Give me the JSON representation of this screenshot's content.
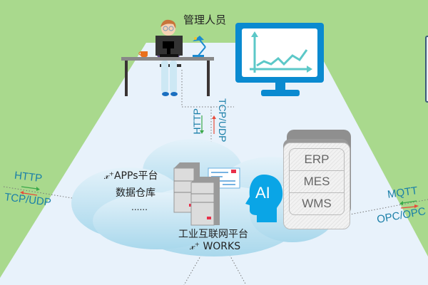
{
  "diagram": {
    "admin": {
      "label": "管理人员"
    },
    "top_link": {
      "protocol_up": "TCP/UDP",
      "protocol_down": "HTTP"
    },
    "left_link": {
      "protocol_top": "HTTP",
      "protocol_bottom": "TCP/UDP"
    },
    "right_link": {
      "protocol_top": "MQTT",
      "protocol_bottom": "OPC/OPC"
    },
    "cloud": {
      "apps_line1": "APPs平台",
      "apps_prefix": "𝓍⁺",
      "apps_line2": "数据仓库",
      "apps_line3": "......",
      "platform_line1": "工业互联网平台",
      "platform_prefix": "𝓍⁺",
      "platform_line2": "WORKS",
      "ai_label": "AI"
    },
    "systems": {
      "items": [
        "ERP",
        "MES",
        "WMS"
      ]
    },
    "colors": {
      "background_green": "#a9d98d",
      "beam_blue": "#e8f2fb",
      "cloud_blue": "#bfe2f1",
      "monitor_blue": "#0a8ad0",
      "chart_teal": "#5cc8c8",
      "ai_head": "#0aa5e6",
      "protocol_text": "#1a7fa8",
      "arrow_green": "#3aa84a",
      "arrow_red": "#e84a3a"
    }
  }
}
